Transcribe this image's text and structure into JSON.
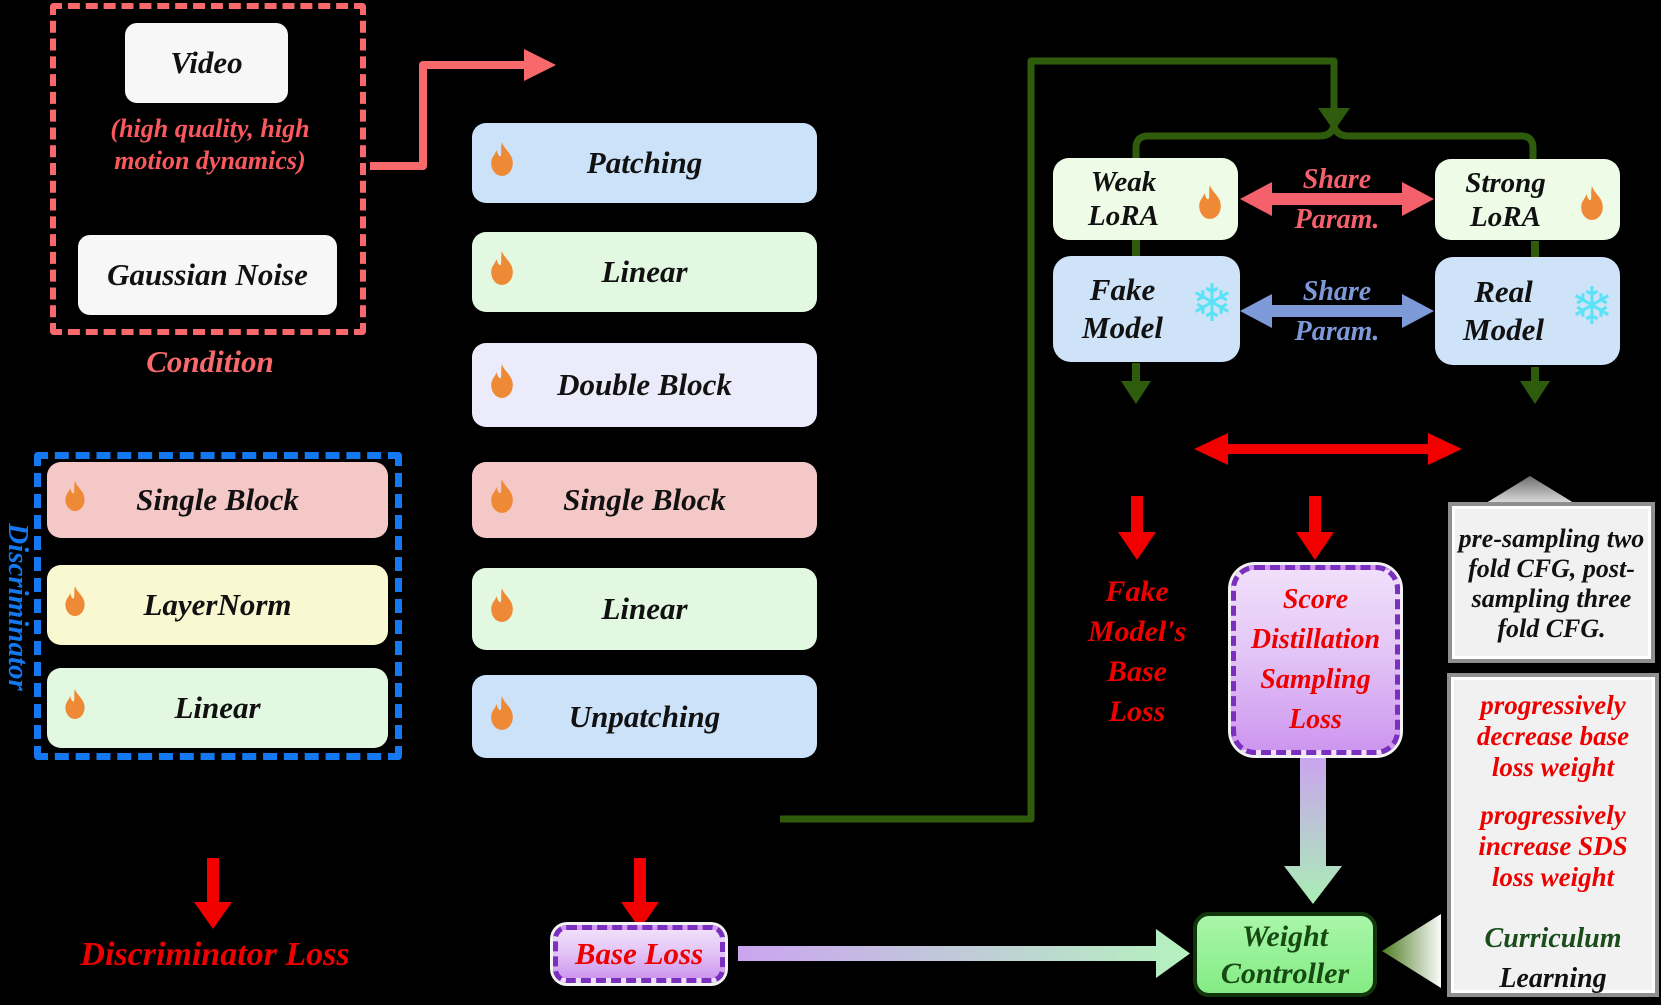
{
  "condition": {
    "video_label": "Video",
    "caption_lines": [
      "(high quality, high",
      "motion dynamics)"
    ],
    "noise_label": "Gaussian Noise",
    "group_label": "Condition"
  },
  "generator": {
    "blocks": [
      {
        "label": "Patching",
        "color": "#CBE2F9"
      },
      {
        "label": "Linear",
        "color": "#E2F8E1"
      },
      {
        "label": "Double Block",
        "color": "#EBEBFB"
      },
      {
        "label": "Single Block",
        "color": "#F5C8C8"
      },
      {
        "label": "Linear",
        "color": "#E2F8E1"
      },
      {
        "label": "Unpatching",
        "color": "#CBE2F9"
      }
    ]
  },
  "discriminator": {
    "group_label": "Discriminator",
    "blocks": [
      {
        "label": "Single Block",
        "color": "#F5C8C8"
      },
      {
        "label": "LayerNorm",
        "color": "#FAF8D1"
      },
      {
        "label": "Linear",
        "color": "#E2F8E1"
      }
    ],
    "loss_label": "Discriminator Loss"
  },
  "models": {
    "weak_lora": [
      "Weak",
      "LoRA"
    ],
    "strong_lora": [
      "Strong",
      "LoRA"
    ],
    "fake_model": [
      "Fake",
      "Model"
    ],
    "real_model": [
      "Real",
      "Model"
    ],
    "share_param_top": [
      "Share",
      "Param."
    ],
    "share_param_bottom": [
      "Share",
      "Param."
    ]
  },
  "losses": {
    "fake_base_lines": [
      "Fake",
      "Model's",
      "Base",
      "Loss"
    ],
    "sds_lines": [
      "Score",
      "Distillation",
      "Sampling",
      "Loss"
    ],
    "base_label": "Base Loss"
  },
  "controller": {
    "lines": [
      "Weight",
      "Controller"
    ]
  },
  "notes": {
    "cfg_lines": [
      "pre-sampling two",
      "fold CFG, post-",
      "sampling three",
      "fold CFG."
    ],
    "decrease_lines": [
      "progressively",
      "decrease base",
      "loss weight"
    ],
    "increase_lines": [
      "progressively",
      "increase SDS",
      "loss weight"
    ],
    "curriculum": "Curriculum",
    "learning": "Learning"
  },
  "colors": {
    "salmon": "#F8696B",
    "red": "#F20000",
    "dark_green": "#2F5B0D",
    "dash_blue": "#1478F0",
    "share_blue": "#7E99D8",
    "share_red": "#F4606B",
    "flame_orange": "#EE8A35",
    "snow_cyan": "#5BE2F6",
    "purple": "#7A2FBF",
    "controller_green": "#8BEF8B"
  },
  "icons": {
    "flame": "flame-icon",
    "snowflake": "snowflake-icon"
  }
}
